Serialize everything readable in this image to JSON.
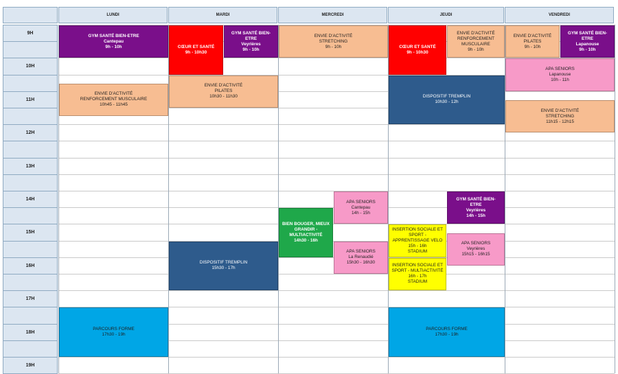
{
  "days": [
    "LUNDI",
    "MARDI",
    "MERCREDI",
    "JEUDI",
    "VENDREDI"
  ],
  "hours": [
    "9H",
    "10H",
    "11H",
    "12H",
    "13H",
    "14H",
    "15H",
    "16H",
    "17H",
    "18H",
    "19H"
  ],
  "colors": {
    "purple": "#7a0f8a",
    "red": "#ff0000",
    "peach": "#f7bd92",
    "pink": "#f79ac8",
    "navy": "#2e5b8c",
    "green": "#1fa84a",
    "yellow": "#ffff00",
    "cyan": "#00a6e6",
    "header": "#dce6f1"
  },
  "events": [
    {
      "id": "lundi-gym",
      "day": 0,
      "lane": 0,
      "lanes": 1,
      "start": 9,
      "end": 10,
      "color": "purple",
      "bold": true,
      "title": "GYM SANTÉ BIEN-ETRE",
      "sub": "Cantepau",
      "hours": "9h - 10h"
    },
    {
      "id": "lundi-renfo",
      "day": 0,
      "lane": 0,
      "lanes": 1,
      "start": 10.75,
      "end": 11.75,
      "color": "peach",
      "bold": false,
      "title": "ENVIE D'ACTIVITÉ\nRENFORCEMENT MUSCULAIRE",
      "sub": "",
      "hours": "10h45 - 11h45"
    },
    {
      "id": "lundi-parcours",
      "day": 0,
      "lane": 0,
      "lanes": 1,
      "start": 17.5,
      "end": 19,
      "color": "cyan",
      "bold": false,
      "title": "PARCOURS FORME",
      "sub": "",
      "hours": "17h30 - 19h"
    },
    {
      "id": "mardi-coeur",
      "day": 1,
      "lane": 0,
      "lanes": 2,
      "start": 9,
      "end": 10.5,
      "color": "red",
      "bold": true,
      "title": "CŒUR ET SANTÉ",
      "sub": "",
      "hours": "9h - 10h30"
    },
    {
      "id": "mardi-gym",
      "day": 1,
      "lane": 1,
      "lanes": 2,
      "start": 9,
      "end": 10,
      "color": "purple",
      "bold": true,
      "title": "GYM SANTÉ BIEN-\nETRE",
      "sub": "Veyrières",
      "hours": "9h - 10h"
    },
    {
      "id": "mardi-pilates",
      "day": 1,
      "lane": 0,
      "lanes": 1,
      "start": 10.5,
      "end": 11.5,
      "color": "peach",
      "bold": false,
      "title": "ENVIE D'ACTIVITÉ\nPILATES",
      "sub": "",
      "hours": "10h30 - 11h30"
    },
    {
      "id": "mardi-tremplin",
      "day": 1,
      "lane": 0,
      "lanes": 1,
      "start": 15.5,
      "end": 17,
      "color": "navy",
      "bold": false,
      "title": "DISPOSITIF TREMPLIN",
      "sub": "",
      "hours": "15h30 - 17h"
    },
    {
      "id": "mercredi-stretch",
      "day": 2,
      "lane": 0,
      "lanes": 1,
      "start": 9,
      "end": 10,
      "color": "peach",
      "bold": false,
      "title": "ENVIE D'ACTIVITÉ\nSTRETCHING",
      "sub": "",
      "hours": "9h - 10h"
    },
    {
      "id": "mercredi-bouger",
      "day": 2,
      "lane": 0,
      "lanes": 2,
      "start": 14.5,
      "end": 16,
      "color": "green",
      "bold": true,
      "title": "BIEN BOUGER, MIEUX\nGRANDIR -\nMULTIACTIVITÉ",
      "sub": "",
      "hours": "14h30 - 16h"
    },
    {
      "id": "mercredi-apa1",
      "day": 2,
      "lane": 1,
      "lanes": 2,
      "start": 14,
      "end": 15,
      "color": "pink",
      "bold": false,
      "title": "APA SENIORS",
      "sub": "Cantepau",
      "hours": "14h - 15h"
    },
    {
      "id": "mercredi-apa2",
      "day": 2,
      "lane": 1,
      "lanes": 2,
      "start": 15.5,
      "end": 16.5,
      "color": "pink",
      "bold": false,
      "title": "APA SENIORS",
      "sub": "La Renaudié",
      "hours": "15h30 - 16h30"
    },
    {
      "id": "jeudi-coeur",
      "day": 3,
      "lane": 0,
      "lanes": 2,
      "start": 9,
      "end": 10.5,
      "color": "red",
      "bold": true,
      "title": "CŒUR ET SANTÉ",
      "sub": "",
      "hours": "9h - 10h30"
    },
    {
      "id": "jeudi-renfo",
      "day": 3,
      "lane": 1,
      "lanes": 2,
      "start": 9,
      "end": 10,
      "color": "peach",
      "bold": false,
      "title": "ENVIE D'ACTIVITÉ\nRENFORCEMENT\nMUSCULAIRE",
      "sub": "",
      "hours": "9h - 10h"
    },
    {
      "id": "jeudi-tremplin",
      "day": 3,
      "lane": 0,
      "lanes": 1,
      "start": 10.5,
      "end": 12,
      "color": "navy",
      "bold": false,
      "title": "DISPOSITIF TREMPLIN",
      "sub": "",
      "hours": "10h30 - 12h"
    },
    {
      "id": "jeudi-gym",
      "day": 3,
      "lane": 1,
      "lanes": 2,
      "start": 14,
      "end": 15,
      "color": "purple",
      "bold": true,
      "title": "GYM SANTÉ BIEN-\nETRE",
      "sub": "Veyrières",
      "hours": "14h - 15h"
    },
    {
      "id": "jeudi-velo",
      "day": 3,
      "lane": 0,
      "lanes": 2,
      "start": 15,
      "end": 16,
      "color": "yellow",
      "bold": false,
      "title": "INSERTION SOCIALE ET\nSPORT -\nAPPRENTISSAGE VELO",
      "sub": "",
      "hours": "15h - 16h\nSTADIUM"
    },
    {
      "id": "jeudi-apa",
      "day": 3,
      "lane": 1,
      "lanes": 2,
      "start": 15.25,
      "end": 16.25,
      "color": "pink",
      "bold": false,
      "title": "APA SENIORS",
      "sub": "Veyrières",
      "hours": "15h15 - 16h15"
    },
    {
      "id": "jeudi-multi",
      "day": 3,
      "lane": 0,
      "lanes": 2,
      "start": 16,
      "end": 17,
      "color": "yellow",
      "bold": false,
      "title": "INSERTION SOCIALE ET\nSPORT - MULTIACTIVITÉ",
      "sub": "",
      "hours": "16h - 17h\nSTADIUM"
    },
    {
      "id": "jeudi-parcours",
      "day": 3,
      "lane": 0,
      "lanes": 1,
      "start": 17.5,
      "end": 19,
      "color": "cyan",
      "bold": false,
      "title": "PARCOURS FORME",
      "sub": "",
      "hours": "17h30 - 19h"
    },
    {
      "id": "vendredi-pilates",
      "day": 4,
      "lane": 0,
      "lanes": 2,
      "start": 9,
      "end": 10,
      "color": "peach",
      "bold": false,
      "title": "ENVIE D'ACTIVITÉ\nPILATES",
      "sub": "",
      "hours": "9h - 10h"
    },
    {
      "id": "vendredi-gym",
      "day": 4,
      "lane": 1,
      "lanes": 2,
      "start": 9,
      "end": 10,
      "color": "purple",
      "bold": true,
      "title": "GYM SANTÉ BIEN-\nETRE",
      "sub": "Lapanouse",
      "hours": "9h - 10h"
    },
    {
      "id": "vendredi-apa",
      "day": 4,
      "lane": 0,
      "lanes": 1,
      "start": 10,
      "end": 11,
      "color": "pink",
      "bold": false,
      "title": "APA SENIORS",
      "sub": "Lapanouse",
      "hours": "10h - 11h"
    },
    {
      "id": "vendredi-stretch",
      "day": 4,
      "lane": 0,
      "lanes": 1,
      "start": 11.25,
      "end": 12.25,
      "color": "peach",
      "bold": false,
      "title": "ENVIE D'ACTIVITÉ\nSTRETCHING",
      "sub": "",
      "hours": "11h15 - 12h15"
    }
  ]
}
